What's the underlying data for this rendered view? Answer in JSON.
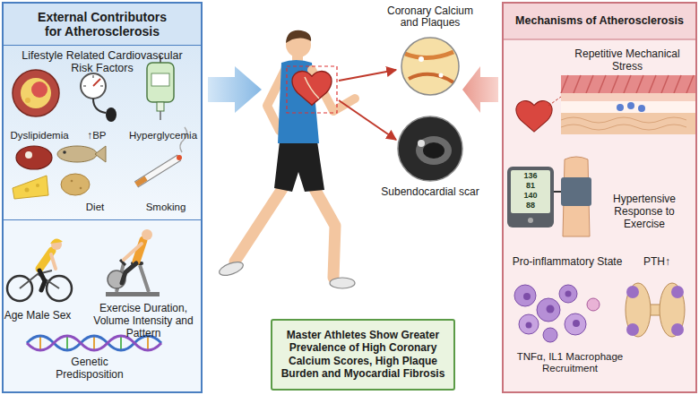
{
  "diagram": {
    "nodes": [
      {
        "text": [
          "External Contributors for Atherosclerosis"
        ]
      },
      {
        "text": [
          "Lifestyle Related Cardiovascular Risk Factors",
          "Dyslipidemia",
          "↑BP",
          "Hyperglycemia",
          "Diet",
          "Smoking"
        ],
        "in": 0
      },
      {
        "text": [
          "Age Male Sex",
          "Exercise Duration, Volume Intensity and Pattern",
          "Genetic Predisposition"
        ],
        "in": 0
      },
      {
        "text": [
          "Coronary Calcium and Plaques"
        ]
      },
      {
        "text": [
          "Subendocardial scar"
        ]
      },
      {
        "text": [
          "Master Athletes Show Greater Prevalence of High Coronary Calcium Scores, High Plaque Burden and Myocardial Fibrosis"
        ]
      },
      {
        "text": [
          "Mechanisms of Atherosclerosis",
          "Repetitive Mechanical Stress",
          "Hypertensive Response to Exercise",
          "Pro-inflammatory State",
          "PTH↑",
          "TNFα, IL1 Macrophage Recruitment"
        ]
      }
    ],
    "labels": [
      "136",
      "81",
      "140",
      "88"
    ]
  }
}
